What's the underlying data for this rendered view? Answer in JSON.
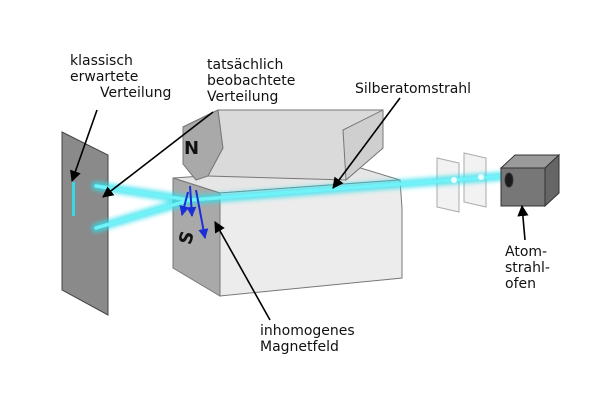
{
  "labels": {
    "classical": [
      "klassisch",
      "erwartete",
      "Verteilung"
    ],
    "observed": [
      "tatsächlich",
      "beobachtete",
      "Verteilung"
    ],
    "beam": "Silberatomstrahl",
    "field": [
      "inhomogenes",
      "Magnetfeld"
    ],
    "oven": [
      "Atom-",
      "strahl-",
      "ofen"
    ],
    "north_pole": "N",
    "south_pole": "S"
  },
  "colors": {
    "beam": "#2ee0ee",
    "field_arrows": "#1a2fd6",
    "magnet_light": "#ececec",
    "magnet_mid": "#d2d2d2",
    "magnet_dark": "#a9a9a9",
    "screen": "#8a8a8a",
    "oven": "#777777"
  }
}
